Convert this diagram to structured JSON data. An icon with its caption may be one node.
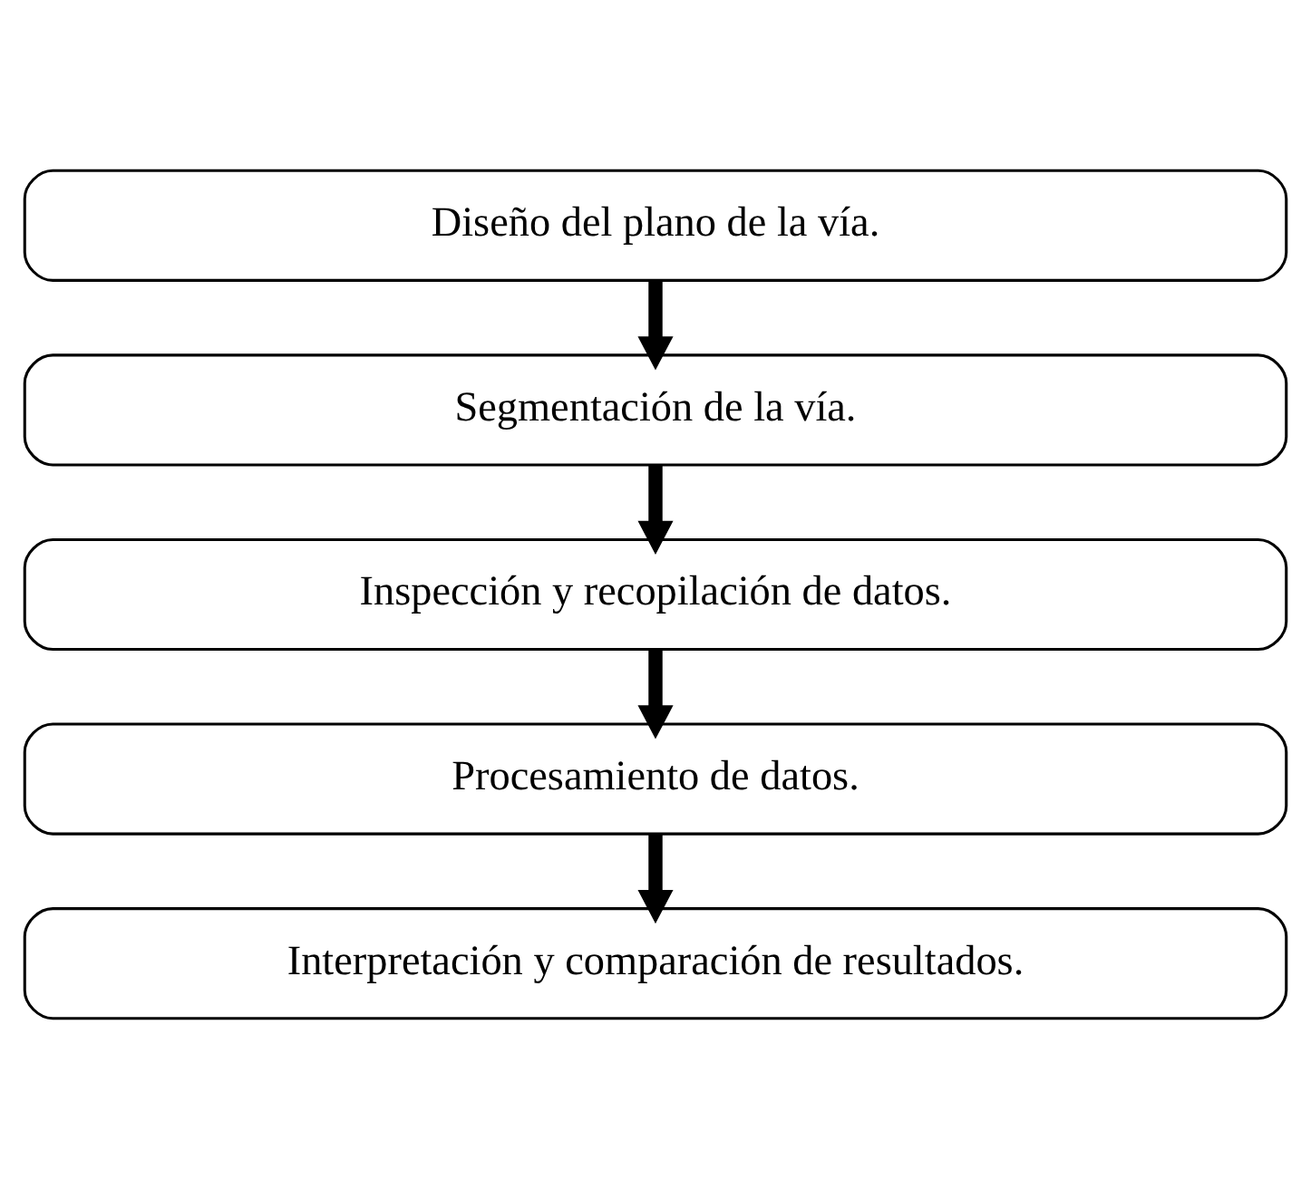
{
  "diagram": {
    "nodes": [
      {
        "text": [
          "Diseño del plano de la vía."
        ]
      },
      {
        "text": [
          "Segmentación de la vía."
        ]
      },
      {
        "text": [
          "Inspección y recopilación de datos."
        ]
      },
      {
        "text": [
          "Procesamiento de datos."
        ]
      },
      {
        "text": [
          "Interpretación y comparación de resultados."
        ]
      }
    ],
    "edges": [
      {
        "from": 0,
        "to": 1,
        "arrow": "to"
      },
      {
        "from": 1,
        "to": 2,
        "arrow": "to"
      },
      {
        "from": 2,
        "to": 3,
        "arrow": "to"
      },
      {
        "from": 3,
        "to": 4,
        "arrow": "to"
      }
    ]
  }
}
